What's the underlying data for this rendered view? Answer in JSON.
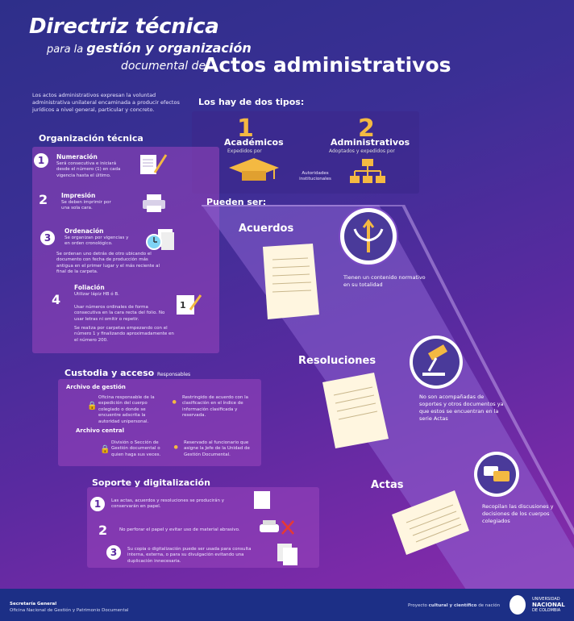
{
  "header": {
    "title": "Directriz técnica",
    "subtitle_prefix": "para la",
    "subtitle_main": "gestión y organización",
    "subtitle_line2": "documental de",
    "subtitle_big": "Actos administrativos"
  },
  "intro": "Los actos administrativos expresan la voluntad administrativa unilateral encaminada a producir efectos jurídicos a nivel general, particular y concreto.",
  "tipos": {
    "title": "Los hay de dos tipos:",
    "items": [
      {
        "num": "1",
        "label": "Académicos",
        "sub": "Expedidos por",
        "icon": "graduation-cap-icon"
      },
      {
        "num": "2",
        "label": "Administrativos",
        "sub": "Adoptados y expedidos por",
        "icon": "org-chart-icon"
      }
    ],
    "middle_note": "Autoridades institucionales"
  },
  "organizacion": {
    "title": "Organización técnica",
    "items": [
      {
        "num": "1",
        "title": "Numeración",
        "text": "Será consecutiva e iniciará desde el número (1) en cada vigencia hasta el último.",
        "icon": "pencil-document-icon"
      },
      {
        "num": "2",
        "title": "Impresión",
        "text": "Se deben imprimir por una sola cara.",
        "icon": "printer-icon"
      },
      {
        "num": "3",
        "title": "Ordenación",
        "text": "Se organizan por vigencias y en orden cronológico.",
        "text2": "Se ordenan uno detrás de otro ubicando el documento con fecha de producción más antigua en el primer lugar y el más reciente al final de la carpeta.",
        "icon": "clock-documents-icon"
      },
      {
        "num": "4",
        "title": "Foliación",
        "text": "Utilizar lápiz HB ó B.",
        "text2": "Usar números ordinales de forma consecutiva en la cara recta del folio. No usar letras ni omitir o repetir.",
        "text3": "Se realiza por carpetas empezando con el número 1 y finalizando aproximadamente en el número 200.",
        "icon": "pencil-number-icon"
      }
    ]
  },
  "custodia": {
    "title": "Custodia y acceso",
    "title_suffix": "Responsables",
    "gestion_title": "Archivo de gestión",
    "gestion_left": "Oficina responsable de la expedición del cuerpo colegiado o donde se encuentre adscrita la autoridad unipersonal.",
    "gestion_right": "Restringido de acuerdo con la clasificación en el índice de información clasificada y reservada.",
    "central_title": "Archivo central",
    "central_left": "División o Sección de Gestión documental o quien haga sus veces.",
    "central_right": "Reservado al funcionario que asigne la Jefe de la Unidad de Gestión Documental."
  },
  "soporte": {
    "title": "Soporte y digitalización",
    "items": [
      {
        "num": "1",
        "text": "Las actas, acuerdos y resoluciones se producirán y conservarán en papel."
      },
      {
        "num": "2",
        "text": "No perforar el papel y evitar uso de material abrasivo."
      },
      {
        "num": "3",
        "text": "Su copia o digitalización puede ser usada para consulta interna, externa, o para su divulgación evitando una duplicación innecesaria."
      }
    ]
  },
  "pueden_ser": {
    "title": "Pueden ser:",
    "items": [
      {
        "label": "Acuerdos",
        "desc": "Tienen un contenido normativo en su totalidad",
        "icon": "diverging-arrows-icon"
      },
      {
        "label": "Resoluciones",
        "desc": "No son acompañadas de soportes y otros documentos ya que estos se encuentran en la serie Actas",
        "icon": "gavel-icon"
      },
      {
        "label": "Actas",
        "desc": "Recopilan las discusiones y decisiones de los cuerpos colegiados",
        "icon": "speech-bubbles-icon"
      }
    ]
  },
  "footer": {
    "org": "Secretaría General",
    "office": "Oficina Nacional de Gestión y Patrimonio Documental",
    "slogan_pre": "Proyecto",
    "slogan_bold": "cultural y científico",
    "slogan_post": "de nación",
    "logo_line1": "UNIVERSIDAD",
    "logo_line2": "NACIONAL",
    "logo_line3": "DE COLOMBIA"
  }
}
